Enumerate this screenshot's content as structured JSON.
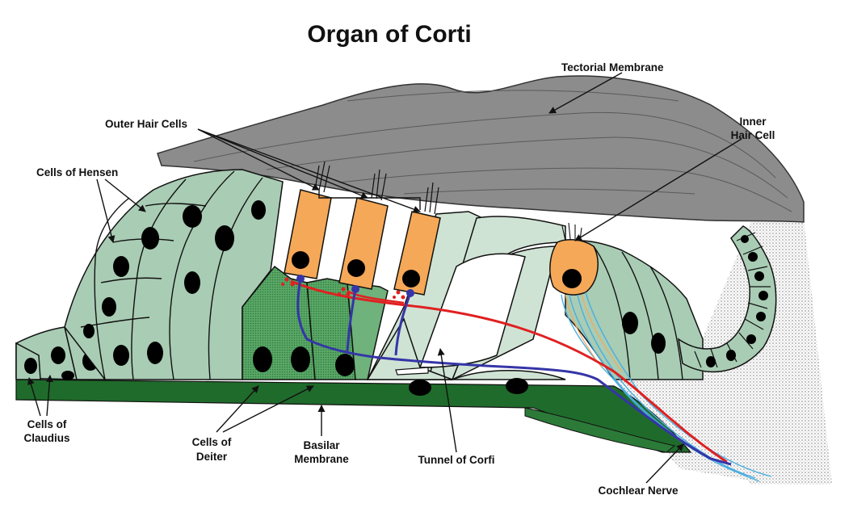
{
  "title": "Organ of Corti",
  "labels": {
    "tectorial_membrane": "Tectorial Membrane",
    "outer_hair_cells": "Outer Hair Cells",
    "inner_hair_cell_line1": "Inner",
    "inner_hair_cell_line2": "Hair Cell",
    "cells_of_hensen": "Cells of Hensen",
    "cells_of_claudius_line1": "Cells of",
    "cells_of_claudius_line2": "Claudius",
    "cells_of_deiter_line1": "Cells of",
    "cells_of_deiter_line2": "Deiter",
    "basilar_membrane_line1": "Basilar",
    "basilar_membrane_line2": "Membrane",
    "tunnel_of_corti": "Tunnel of Corfi",
    "cochlear_nerve": "Cochlear Nerve"
  },
  "colors": {
    "tectorial": "#8c8c8c",
    "cell_green": "#a9ccb4",
    "cell_light": "#cfe3d4",
    "deiter": "#4f9a5e",
    "basilar": "#1f6b2b",
    "hair_cell": "#f5a857",
    "nerve_red": "#e02020",
    "nerve_blue": "#3535a8",
    "nerve_cyan": "#4aaee0"
  }
}
